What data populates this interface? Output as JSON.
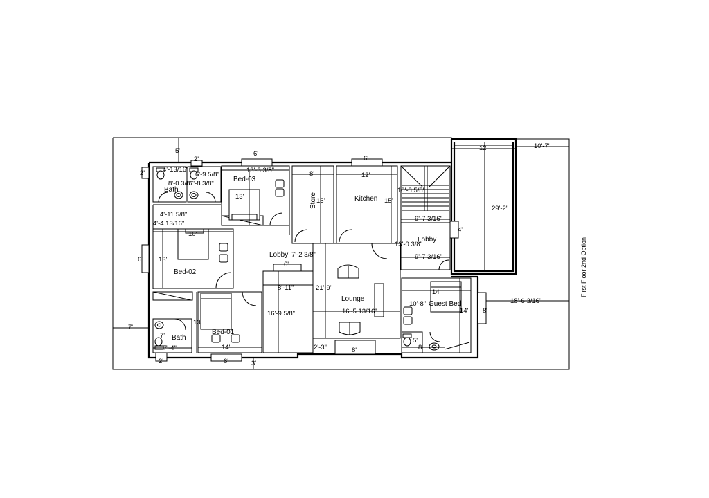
{
  "drawing": {
    "title": "First Floor 2nd Option"
  },
  "rooms": {
    "bed_03": "Bed-03",
    "bed_02": "Bed-02",
    "bed_01": "Bed-01",
    "bath_top": "Bath",
    "bath_bottom": "Bath",
    "store": "Store",
    "kitchen": "Kitchen",
    "lobby_center": "Lobby",
    "lobby_right": "Lobby",
    "lounge": "Lounge",
    "guest_bed": "Guest Bed"
  },
  "dimensions": {
    "top_setback": "5'",
    "bath_window_top": "2'",
    "bed03_window": "6'",
    "kitchen_window": "6'",
    "right_open_width": "12'",
    "far_right_width": "10'-7\"",
    "bath_left_window": "2'",
    "bath1_width": "4'-13/16\"",
    "bath2_width": "6'-9 5/8\"",
    "bath1_depth": "8'-0 3/8\"",
    "bath2_depth": "7'-8 3/8\"",
    "bed03_width": "13'-3 3/8\"",
    "bed03_depth": "13'",
    "store_width": "8'",
    "store_depth": "15'",
    "kitchen_width": "12'",
    "kitchen_depth": "15'",
    "stair_depth": "10'-8 5/8\"",
    "lobby_right_width_top": "9'-7 3/16\"",
    "lobby_right_width_bottom": "9'-7 3/16\"",
    "lobby_right_depth": "13'-0 3/8\"",
    "lobby_right_window": "4'",
    "open_area_depth": "29'-2\"",
    "passage_1": "4'-11 5/8\"",
    "passage_2": "4'-4 13/16\"",
    "bed02_bed": "10'",
    "bed02_window": "6'",
    "bed02_depth": "13'",
    "lobby_center_width": "7'-2 3/8\"",
    "lounge_window_top": "6'",
    "lounge_inner_width": "8'-11\"",
    "lounge_depth": "21'-9\"",
    "lounge_width": "16'-5 13/16\"",
    "lounge_left_depth": "16'-9 5/8\"",
    "lounge_bottom_gap": "2'-3\"",
    "lounge_window_bottom": "8'",
    "guest_bed_width": "14'",
    "guest_bed_depth": "14'",
    "guest_bed_dim2": "10'-8\"",
    "guest_window": "8'",
    "guest_bath_depth": "5'",
    "guest_bath_width": "8'",
    "right_setback": "18'-6 3/16\"",
    "left_setback": "7'",
    "bed01_depth": "13'",
    "bed01_width": "14'",
    "bed01_window": "6'",
    "bath_bottom_width": "7'-4\"",
    "bath_bottom_depth": "7'",
    "bath_bottom_window": "2'",
    "bottom_setback": "3'"
  }
}
